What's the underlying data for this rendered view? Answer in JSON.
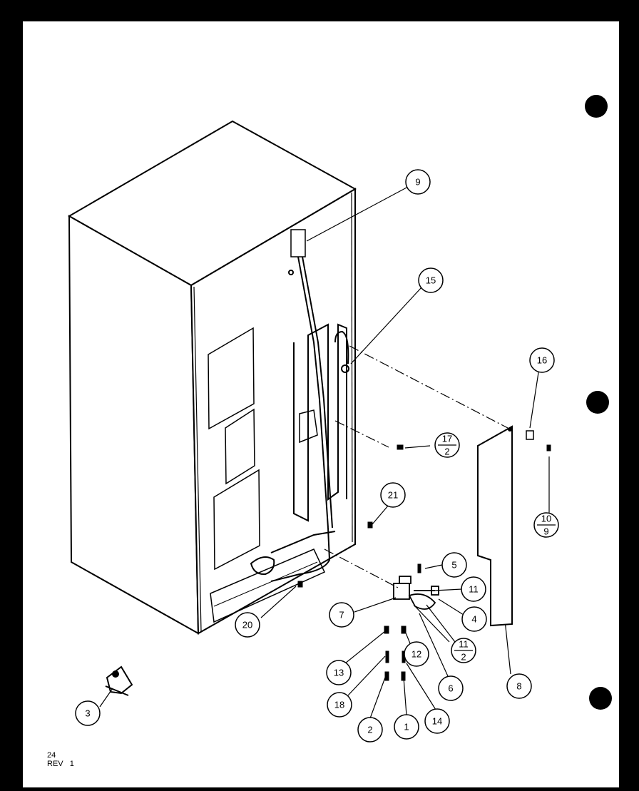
{
  "diagram": {
    "callouts": [
      {
        "id": "c9",
        "label": "9"
      },
      {
        "id": "c15",
        "label": "15"
      },
      {
        "id": "c16",
        "label": "16"
      },
      {
        "id": "c17",
        "num": "17",
        "den": "2"
      },
      {
        "id": "c21",
        "label": "21"
      },
      {
        "id": "c10",
        "num": "10",
        "den": "9"
      },
      {
        "id": "c5",
        "label": "5"
      },
      {
        "id": "c11",
        "label": "11"
      },
      {
        "id": "c7",
        "label": "7"
      },
      {
        "id": "c4",
        "label": "4"
      },
      {
        "id": "c20",
        "label": "20"
      },
      {
        "id": "c11b",
        "num": "11",
        "den": "2"
      },
      {
        "id": "c12",
        "label": "12"
      },
      {
        "id": "c13",
        "label": "13"
      },
      {
        "id": "c6",
        "label": "6"
      },
      {
        "id": "c8",
        "label": "8"
      },
      {
        "id": "c18",
        "label": "18"
      },
      {
        "id": "c3",
        "label": "3"
      },
      {
        "id": "c2",
        "label": "2"
      },
      {
        "id": "c1",
        "label": "1"
      },
      {
        "id": "c14",
        "label": "14"
      }
    ],
    "footer": {
      "page": "24",
      "rev": "REV   1"
    }
  }
}
